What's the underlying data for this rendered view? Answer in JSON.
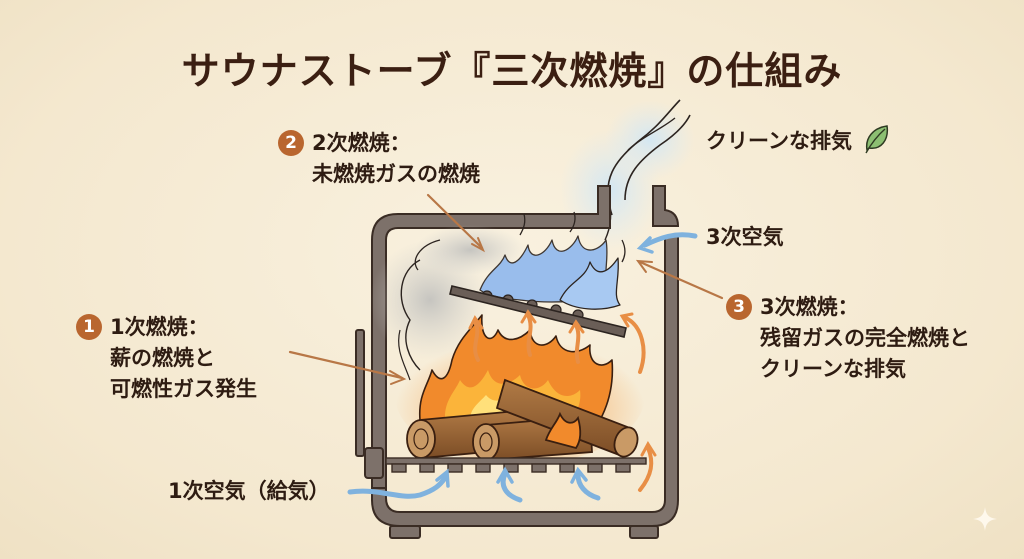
{
  "title": "サウナストーブ『三次燃焼』の仕組み",
  "steps": [
    {
      "badge": "1",
      "heading": "1次燃焼：",
      "lines": [
        "薪の燃焼と",
        "可燃性ガス発生"
      ]
    },
    {
      "badge": "2",
      "heading": "2次燃焼：",
      "lines": [
        "未燃焼ガスの燃焼"
      ]
    },
    {
      "badge": "3",
      "heading": "3次燃焼：",
      "lines": [
        "残留ガスの完全燃焼と",
        "クリーンな排気"
      ]
    }
  ],
  "annotations": {
    "clean_exhaust": "クリーンな排気",
    "tertiary_air": "3次空気",
    "primary_air": "1次空気（給気）"
  },
  "icons": {
    "leaf": "leaf-icon",
    "sparkle": "sparkle-icon"
  },
  "colors": {
    "badge": "#b9662f",
    "stove": "#7d716a",
    "stove_outline": "#3a2c24",
    "flame_orange": "#f08a2a",
    "flame_blue": "#6ea8e6",
    "air_arrow": "#7fb2de",
    "heat_arrow": "#e88e45",
    "pointer_arrow": "#b87746",
    "leaf": "#7fb36b"
  }
}
